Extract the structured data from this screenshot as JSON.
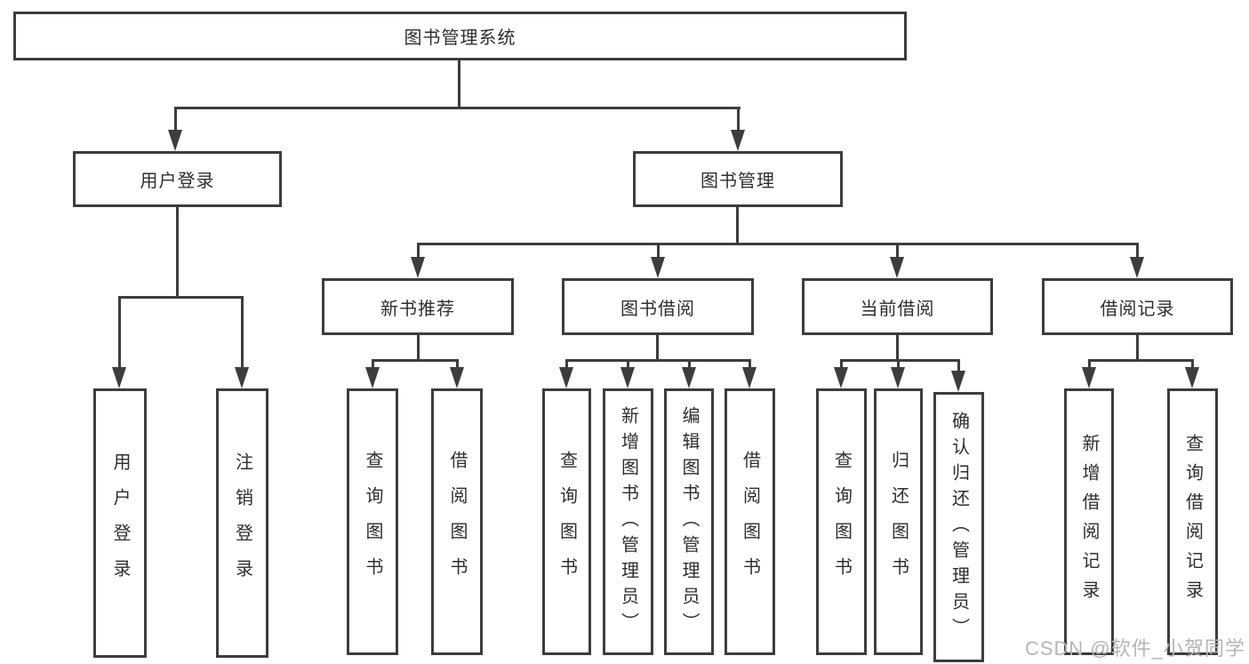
{
  "colors": {
    "line": "#3d3d3d",
    "text": "#2e2e2e",
    "background": "#ffffff",
    "watermark_color": "#b5b5b5"
  },
  "watermark": {
    "text": "CSDN @软件_小贺同学"
  },
  "tree": {
    "root": {
      "label": "图书管理系统"
    },
    "branches": [
      {
        "label": "用户登录",
        "children": [
          {
            "label": "用户登录"
          },
          {
            "label": "注销登录"
          }
        ]
      },
      {
        "label": "图书管理",
        "children": [
          {
            "label": "新书推荐",
            "children": [
              {
                "label": "查询图书"
              },
              {
                "label": "借阅图书"
              }
            ]
          },
          {
            "label": "图书借阅",
            "children": [
              {
                "label": "查询图书"
              },
              {
                "label": "新增图书（管理员）"
              },
              {
                "label": "编辑图书（管理员）"
              },
              {
                "label": "借阅图书"
              }
            ]
          },
          {
            "label": "当前借阅",
            "children": [
              {
                "label": "查询图书"
              },
              {
                "label": "归还图书"
              },
              {
                "label": "确认归还（管理员）"
              }
            ]
          },
          {
            "label": "借阅记录",
            "children": [
              {
                "label": "新增借阅记录"
              },
              {
                "label": "查询借阅记录"
              }
            ]
          }
        ]
      }
    ]
  }
}
